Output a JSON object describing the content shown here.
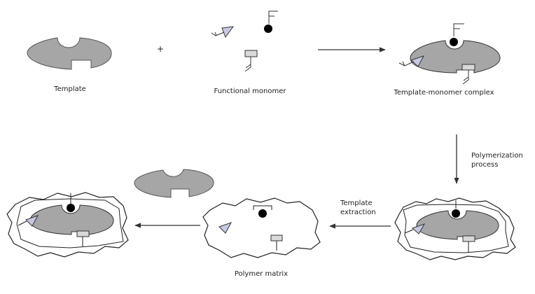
{
  "labels": {
    "template": "Template",
    "functional_monomer": "Functional monomer",
    "complex": "Template-monomer complex",
    "polymerization_line1": "Polymerization",
    "polymerization_line2": "process",
    "extraction_line1": "Template",
    "extraction_line2": "extraction",
    "polymer_matrix": "Polymer matrix"
  },
  "symbols": {
    "plus": "+"
  },
  "colors": {
    "template_fill": "#a6a6a6",
    "template_stroke": "#555555",
    "arrow": "#333333",
    "cavity_outline": "#222222",
    "triangle_fill": "#c6c8e4"
  }
}
